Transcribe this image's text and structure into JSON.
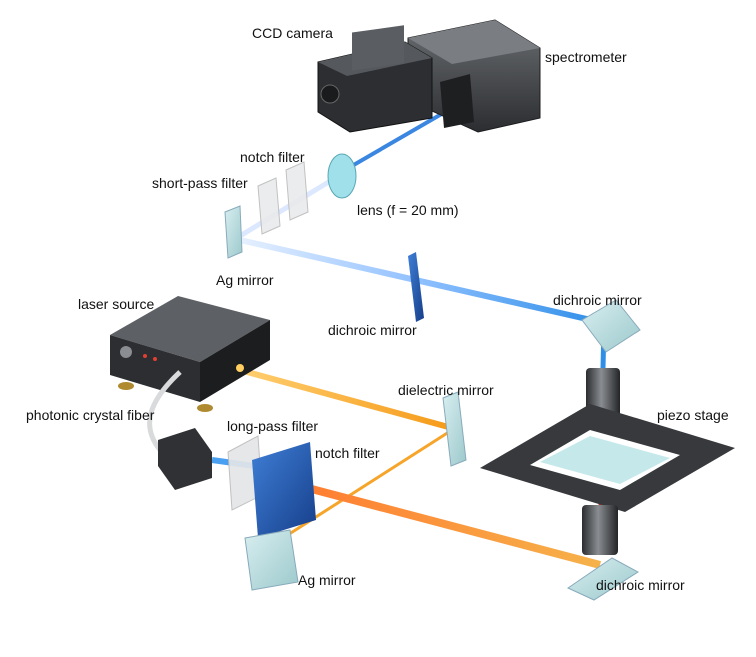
{
  "labels": {
    "ccd_camera": "CCD camera",
    "spectrometer": "spectrometer",
    "notch_filter_top": "notch filter",
    "short_pass_filter": "short-pass filter",
    "lens": "lens (f = 20 mm)",
    "ag_mirror_top": "Ag mirror",
    "laser_source": "laser source",
    "dichroic_mirror_mid": "dichroic mirror",
    "dichroic_mirror_right": "dichroic mirror",
    "dielectric_mirror": "dielectric mirror",
    "piezo_stage": "piezo stage",
    "photonic_crystal_fiber": "photonic crystal fiber",
    "long_pass_filter": "long-pass filter",
    "notch_filter_bottom": "notch filter",
    "ag_mirror_bottom": "Ag mirror",
    "dichroic_mirror_bottom": "dichroic mirror"
  },
  "colors": {
    "beam_blue": "#2f8fe8",
    "beam_white": "#dce9ff",
    "beam_orange": "#f5a020",
    "beam_red": "#e2493a",
    "mirror_cyan": "#bfe0e2",
    "filter_blue": "#1f5bb5",
    "housing_dark": "#2e3033"
  }
}
